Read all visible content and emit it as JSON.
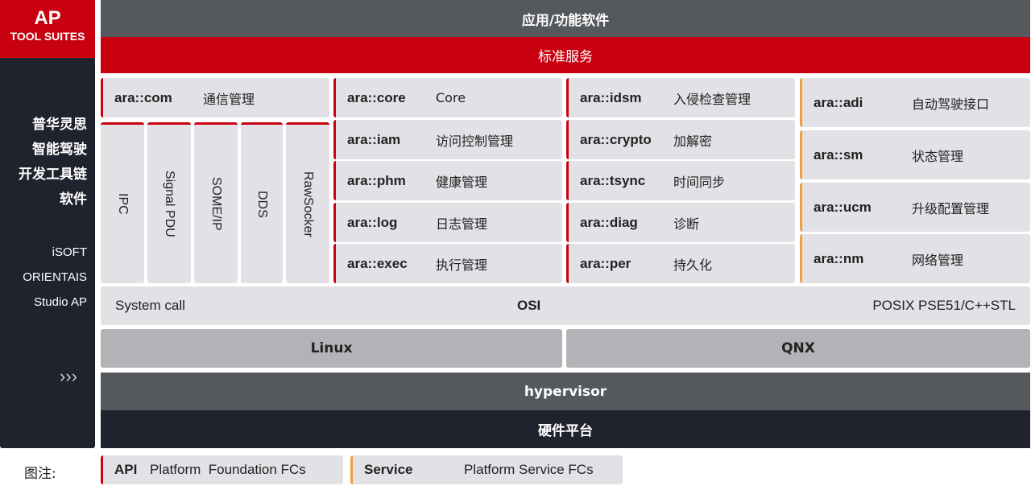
{
  "sidebar": {
    "logo_main": "AP",
    "logo_sub": "TOOL SUITES",
    "cn_lines": [
      "普华灵思",
      "智能驾驶",
      "开发工具链",
      "软件"
    ],
    "en_lines": [
      "iSOFT",
      "ORIENTAIS",
      "Studio AP"
    ],
    "arrow": "›››"
  },
  "layers": {
    "app": "应用/功能软件",
    "std": "标准服务",
    "osi": {
      "left": "System call",
      "center": "OSI",
      "right": "POSIX PSE51/C++STL"
    },
    "linux": "Linux",
    "qnx": "QNX",
    "hypervisor": "hypervisor",
    "hardware": "硬件平台"
  },
  "col1": {
    "com": {
      "k": "ara::com",
      "v": "通信管理"
    },
    "protocols": [
      "IPC",
      "Signal PDU",
      "SOME/IP",
      "DDS",
      "RawSocker"
    ]
  },
  "col2": [
    {
      "k": "ara::core",
      "v": "Core"
    },
    {
      "k": "ara::iam",
      "v": "访问控制管理"
    },
    {
      "k": "ara::phm",
      "v": "健康管理"
    },
    {
      "k": "ara::log",
      "v": "日志管理"
    },
    {
      "k": "ara::exec",
      "v": "执行管理"
    }
  ],
  "col3": [
    {
      "k": "ara::idsm",
      "v": "入侵检查管理"
    },
    {
      "k": "ara::crypto",
      "v": "加解密"
    },
    {
      "k": "ara::tsync",
      "v": "时间同步"
    },
    {
      "k": "ara::diag",
      "v": "诊断"
    },
    {
      "k": "ara::per",
      "v": "持久化"
    }
  ],
  "col4": [
    {
      "k": "ara::adi",
      "v": "自动驾驶接口"
    },
    {
      "k": "ara::sm",
      "v": "状态管理"
    },
    {
      "k": "ara::ucm",
      "v": "升级配置管理"
    },
    {
      "k": "ara::nm",
      "v": "网络管理"
    }
  ],
  "legend": {
    "label": "图注:",
    "api": {
      "k": "API",
      "v": "Platform  Foundation FCs"
    },
    "service": {
      "k": "Service",
      "v": "Platform Service FCs"
    }
  },
  "colors": {
    "red": "#c8000f",
    "orange": "#f0a040",
    "dark": "#20232e",
    "gray": "#55585d"
  }
}
